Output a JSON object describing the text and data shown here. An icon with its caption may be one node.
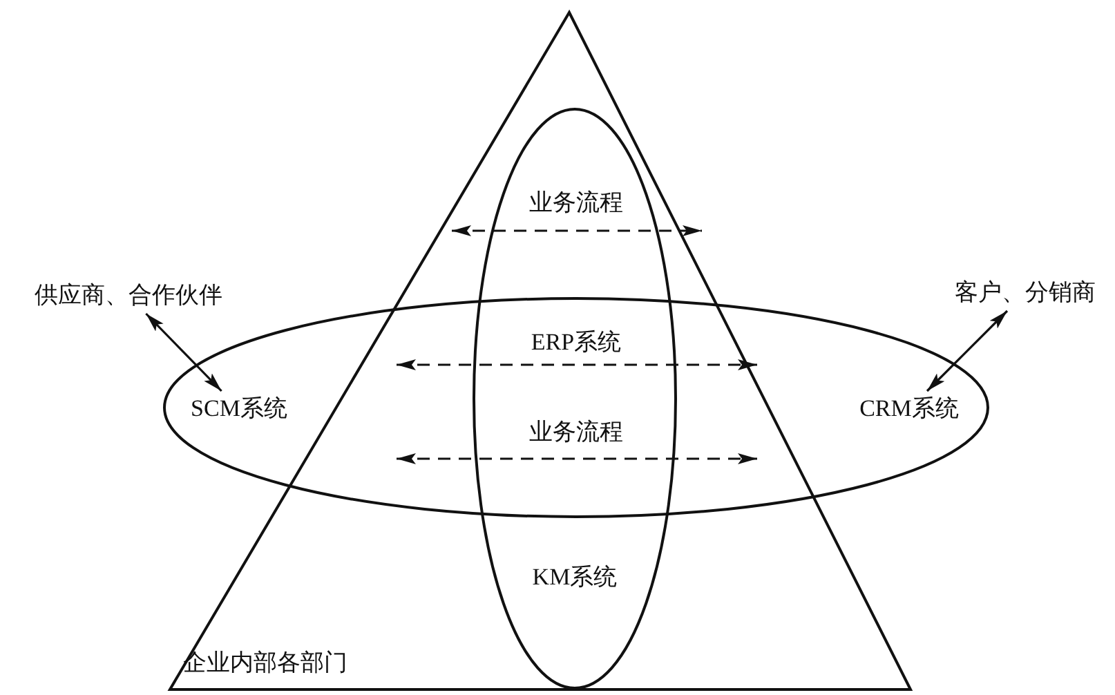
{
  "diagram": {
    "nodes": [
      {
        "text": [
          "企业内部各部门"
        ]
      },
      {
        "text": [],
        "shape": "ellipse"
      },
      {
        "text": [
          "KM系统"
        ],
        "in": 0
      },
      {
        "text": [
          "SCM系统"
        ],
        "in": 1
      },
      {
        "text": [
          "CRM系统"
        ],
        "in": 1
      },
      {
        "text": [
          "供应商、合作伙伴"
        ]
      },
      {
        "text": [
          "客户、分销商"
        ]
      }
    ],
    "edges": [
      {
        "from": 5,
        "to": 3,
        "arrow": "both"
      },
      {
        "from": 6,
        "to": 4,
        "arrow": "both"
      }
    ],
    "labels": [
      "业务流程",
      "ERP系统",
      "业务流程"
    ]
  }
}
